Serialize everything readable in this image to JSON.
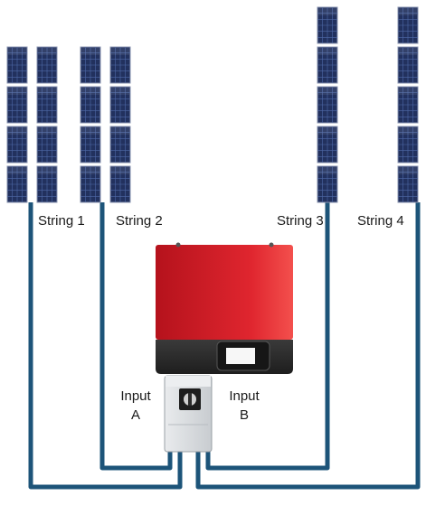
{
  "strings": [
    {
      "label": "String 1",
      "panels": 8
    },
    {
      "label": "String 2",
      "panels": 8
    },
    {
      "label": "String 3",
      "panels": 5
    },
    {
      "label": "String 4",
      "panels": 5
    }
  ],
  "inputs": {
    "a": {
      "line1": "Input",
      "line2": "A"
    },
    "b": {
      "line1": "Input",
      "line2": "B"
    }
  },
  "colors": {
    "cable": "#1d5479",
    "panel": "#22315e",
    "panel_grid": "#4f6aa8",
    "inverter_red": "#d8202a",
    "inverter_dark": "#262626",
    "switch_box": "#d7dadd"
  },
  "icons": [
    "solar-panel-icon",
    "inverter-icon",
    "dc-disconnect-switch-icon",
    "display-screen-icon"
  ]
}
